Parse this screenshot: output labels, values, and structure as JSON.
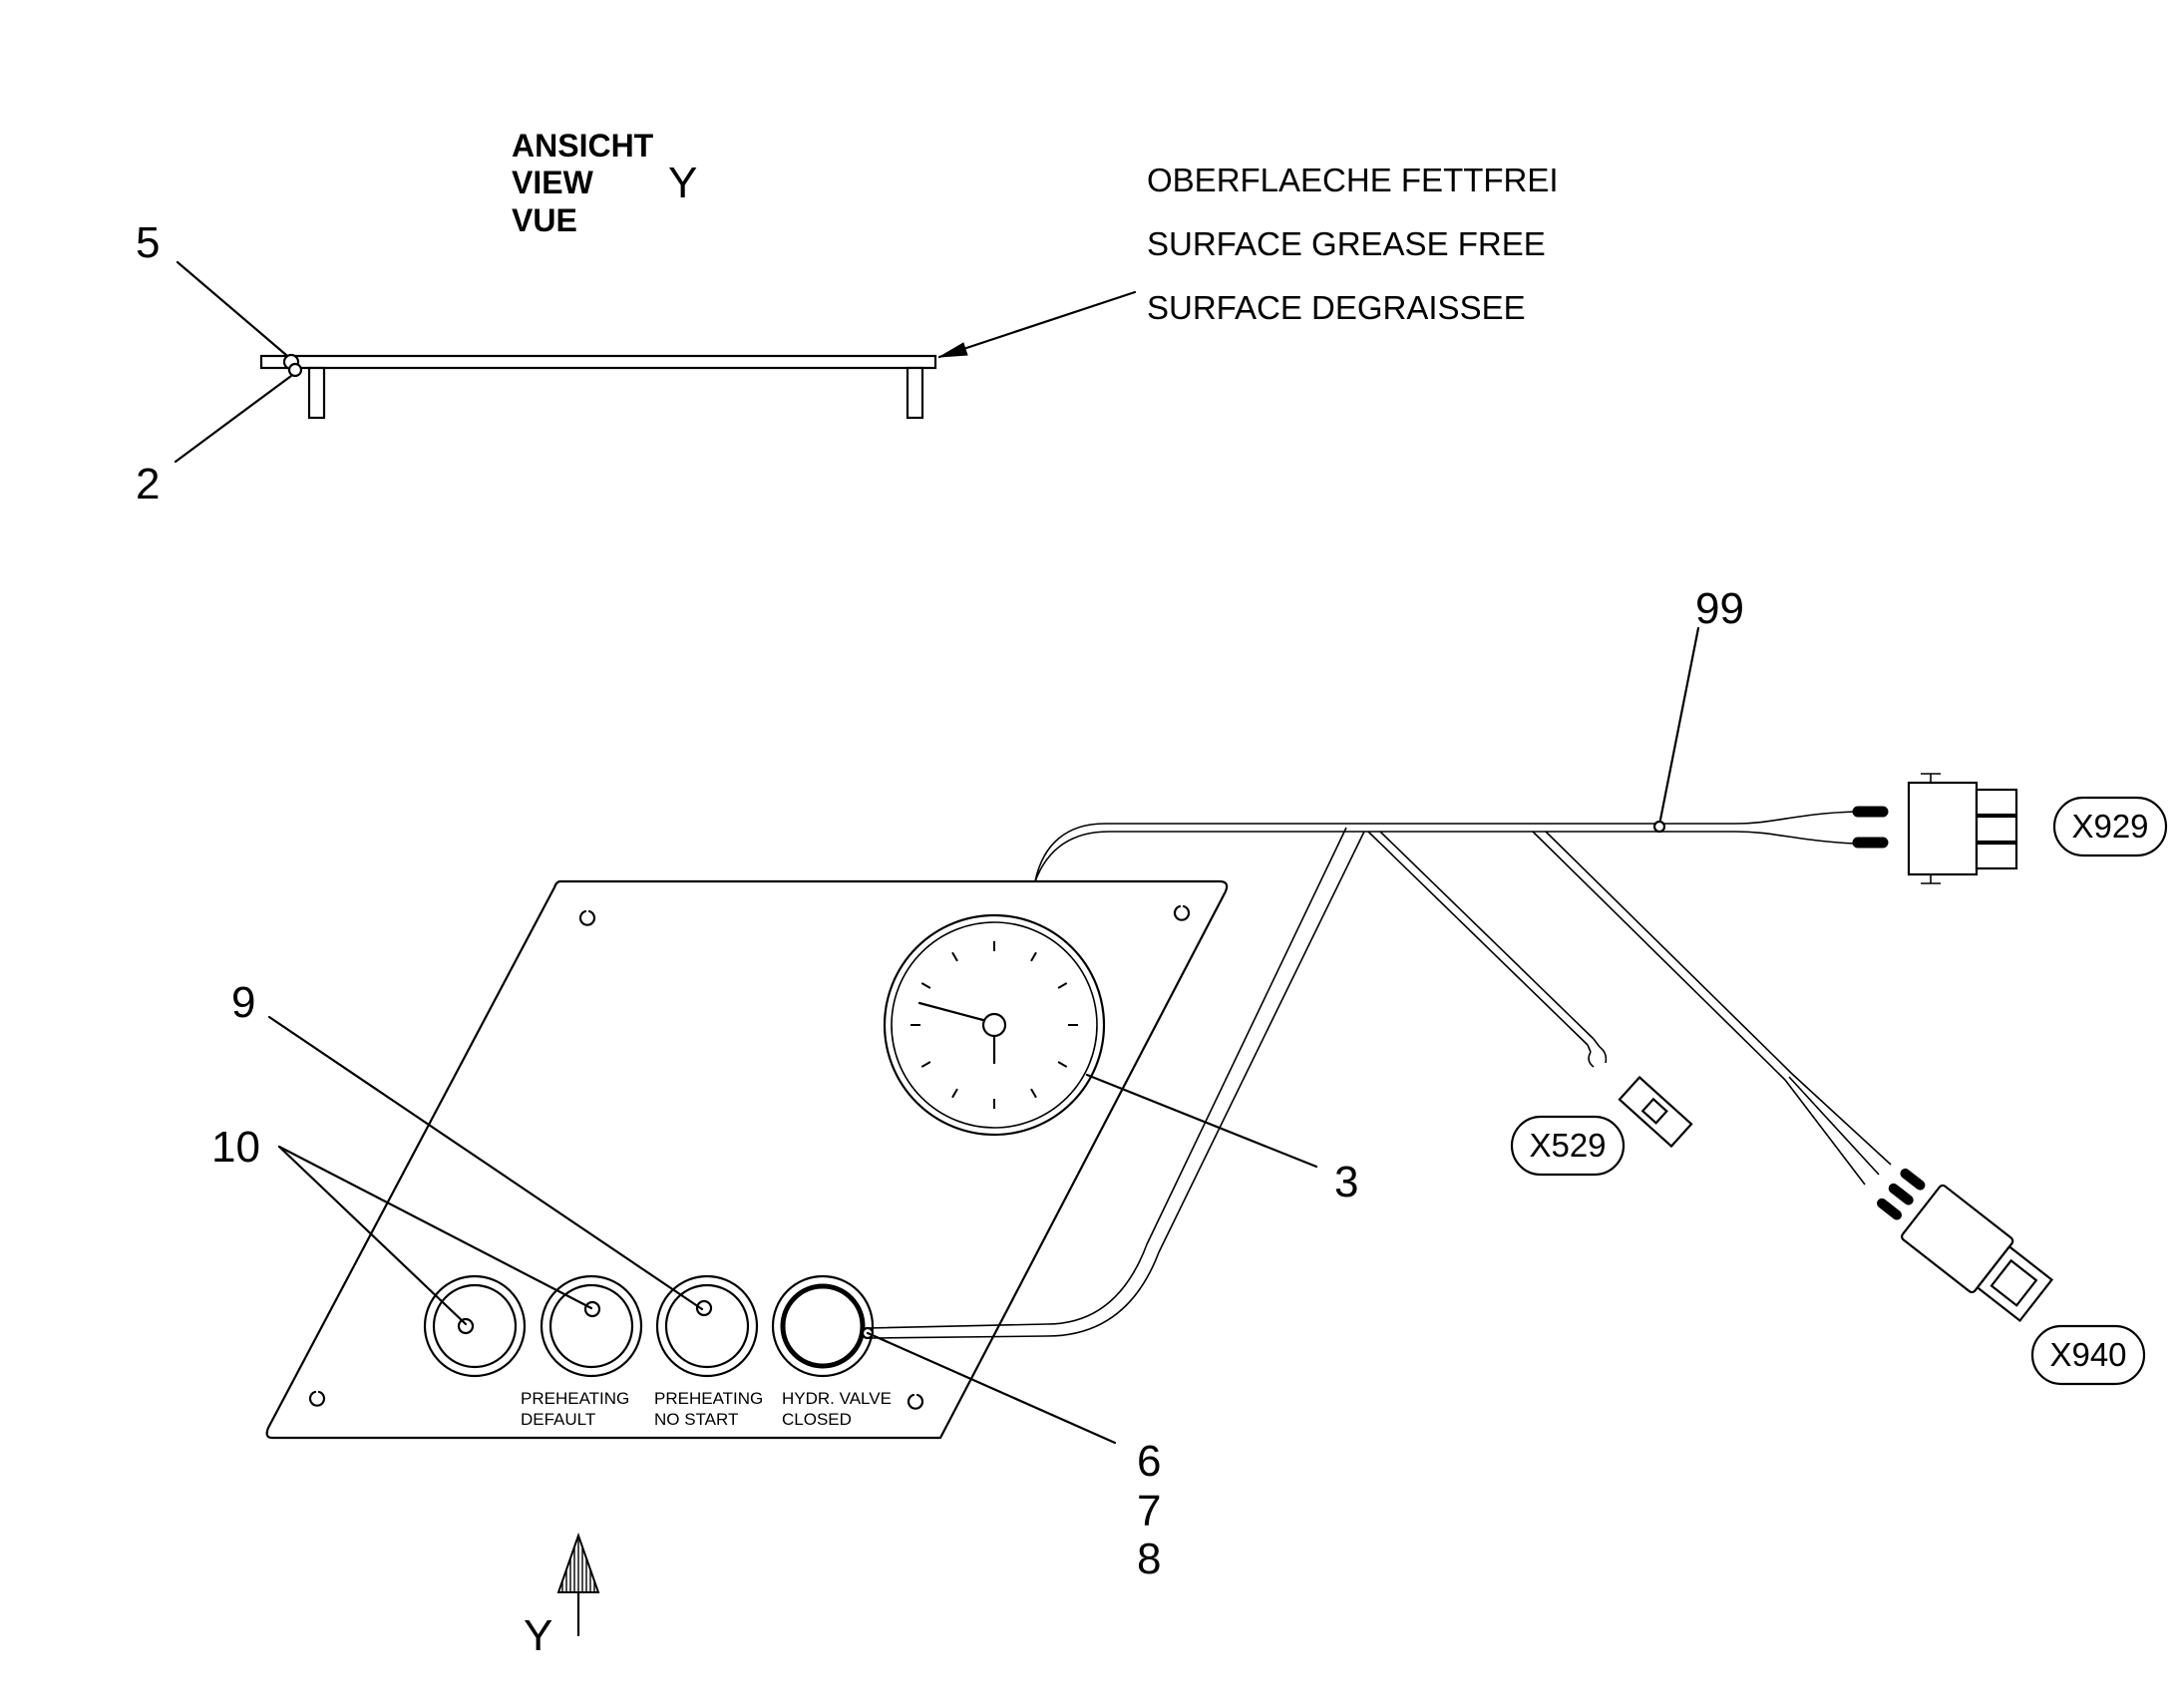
{
  "view_header": {
    "line1": "ANSICHT",
    "line2": "VIEW",
    "line3": "VUE",
    "letter": "Y"
  },
  "notes": {
    "line1": "OBERFLAECHE FETTFREI",
    "line2": "SURFACE GREASE FREE",
    "line3": "SURFACE DEGRAISSEE"
  },
  "callouts": {
    "c5": "5",
    "c2": "2",
    "c99": "99",
    "c9": "9",
    "c10": "10",
    "c3": "3",
    "c6": "6",
    "c7": "7",
    "c8": "8"
  },
  "connectors": {
    "x929": "X929",
    "x529": "X529",
    "x940": "X940"
  },
  "indicator_labels": {
    "l1_line1": "PREHEATING",
    "l1_line2": "DEFAULT",
    "l2_line1": "PREHEATING",
    "l2_line2": "NO START",
    "l3_line1": "HYDR. VALVE",
    "l3_line2": "CLOSED"
  },
  "view_arrow_letter": "Y"
}
